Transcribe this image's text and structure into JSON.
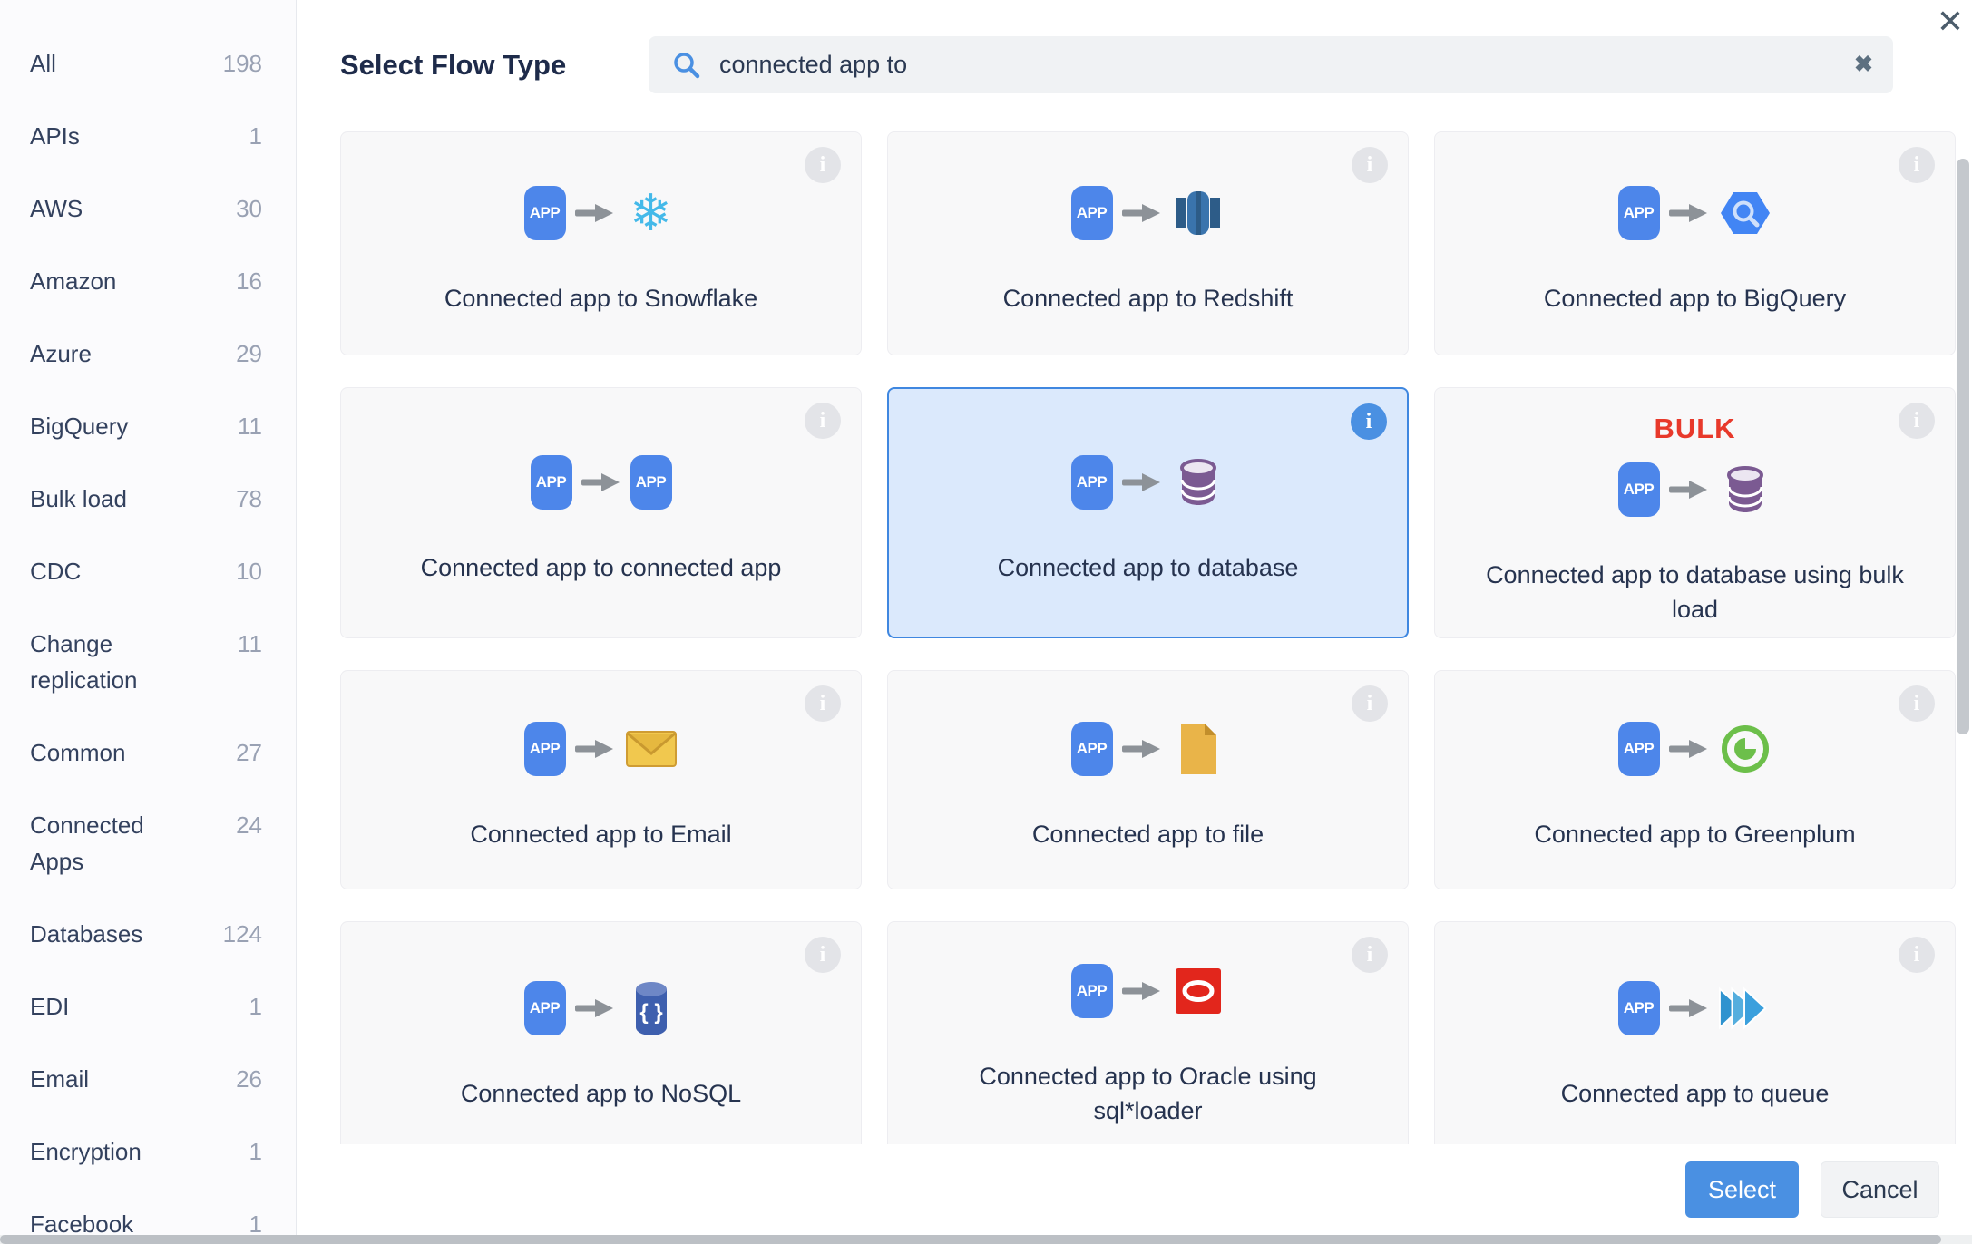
{
  "dialog": {
    "title": "Select Flow Type",
    "search_value": "connected app to",
    "select_label": "Select",
    "cancel_label": "Cancel"
  },
  "icons": {
    "info": "i",
    "close": "✕",
    "clear": "✖",
    "search": "magnifier",
    "app_label": "APP",
    "arrow": "→",
    "snowflake_glyph": "❄"
  },
  "colors": {
    "accent": "#4a90e2",
    "selected_card_bg": "#dbe9fc",
    "selected_card_border": "#3f87e0",
    "bulk_red": "#e8392b"
  },
  "sidebar": {
    "items": [
      {
        "label": "All",
        "count": "198"
      },
      {
        "label": "APIs",
        "count": "1"
      },
      {
        "label": "AWS",
        "count": "30"
      },
      {
        "label": "Amazon",
        "count": "16"
      },
      {
        "label": "Azure",
        "count": "29"
      },
      {
        "label": "BigQuery",
        "count": "11"
      },
      {
        "label": "Bulk load",
        "count": "78"
      },
      {
        "label": "CDC",
        "count": "10"
      },
      {
        "label": "Change replication",
        "count": "11"
      },
      {
        "label": "Common",
        "count": "27"
      },
      {
        "label": "Connected Apps",
        "count": "24"
      },
      {
        "label": "Databases",
        "count": "124"
      },
      {
        "label": "EDI",
        "count": "1"
      },
      {
        "label": "Email",
        "count": "26"
      },
      {
        "label": "Encryption",
        "count": "1"
      },
      {
        "label": "Facebook",
        "count": "1"
      }
    ]
  },
  "cards": [
    {
      "title": "Connected app to Snowflake",
      "source_icon": "app",
      "target_icon": "snowflake",
      "selected": false,
      "badge": ""
    },
    {
      "title": "Connected app to Redshift",
      "source_icon": "app",
      "target_icon": "redshift",
      "selected": false,
      "badge": ""
    },
    {
      "title": "Connected app to BigQuery",
      "source_icon": "app",
      "target_icon": "bigquery",
      "selected": false,
      "badge": ""
    },
    {
      "title": "Connected app to connected app",
      "source_icon": "app",
      "target_icon": "app",
      "selected": false,
      "badge": ""
    },
    {
      "title": "Connected app to database",
      "source_icon": "app",
      "target_icon": "database",
      "selected": true,
      "badge": ""
    },
    {
      "title": "Connected app to database using bulk load",
      "source_icon": "app",
      "target_icon": "database",
      "selected": false,
      "badge": "BULK"
    },
    {
      "title": "Connected app to Email",
      "source_icon": "app",
      "target_icon": "email",
      "selected": false,
      "badge": ""
    },
    {
      "title": "Connected app to file",
      "source_icon": "app",
      "target_icon": "file",
      "selected": false,
      "badge": ""
    },
    {
      "title": "Connected app to Greenplum",
      "source_icon": "app",
      "target_icon": "greenplum",
      "selected": false,
      "badge": ""
    },
    {
      "title": "Connected app to NoSQL",
      "source_icon": "app",
      "target_icon": "nosql",
      "selected": false,
      "badge": ""
    },
    {
      "title": "Connected app to Oracle using sql*loader",
      "source_icon": "app",
      "target_icon": "oracle",
      "selected": false,
      "badge": ""
    },
    {
      "title": "Connected app to queue",
      "source_icon": "app",
      "target_icon": "queue",
      "selected": false,
      "badge": ""
    }
  ]
}
